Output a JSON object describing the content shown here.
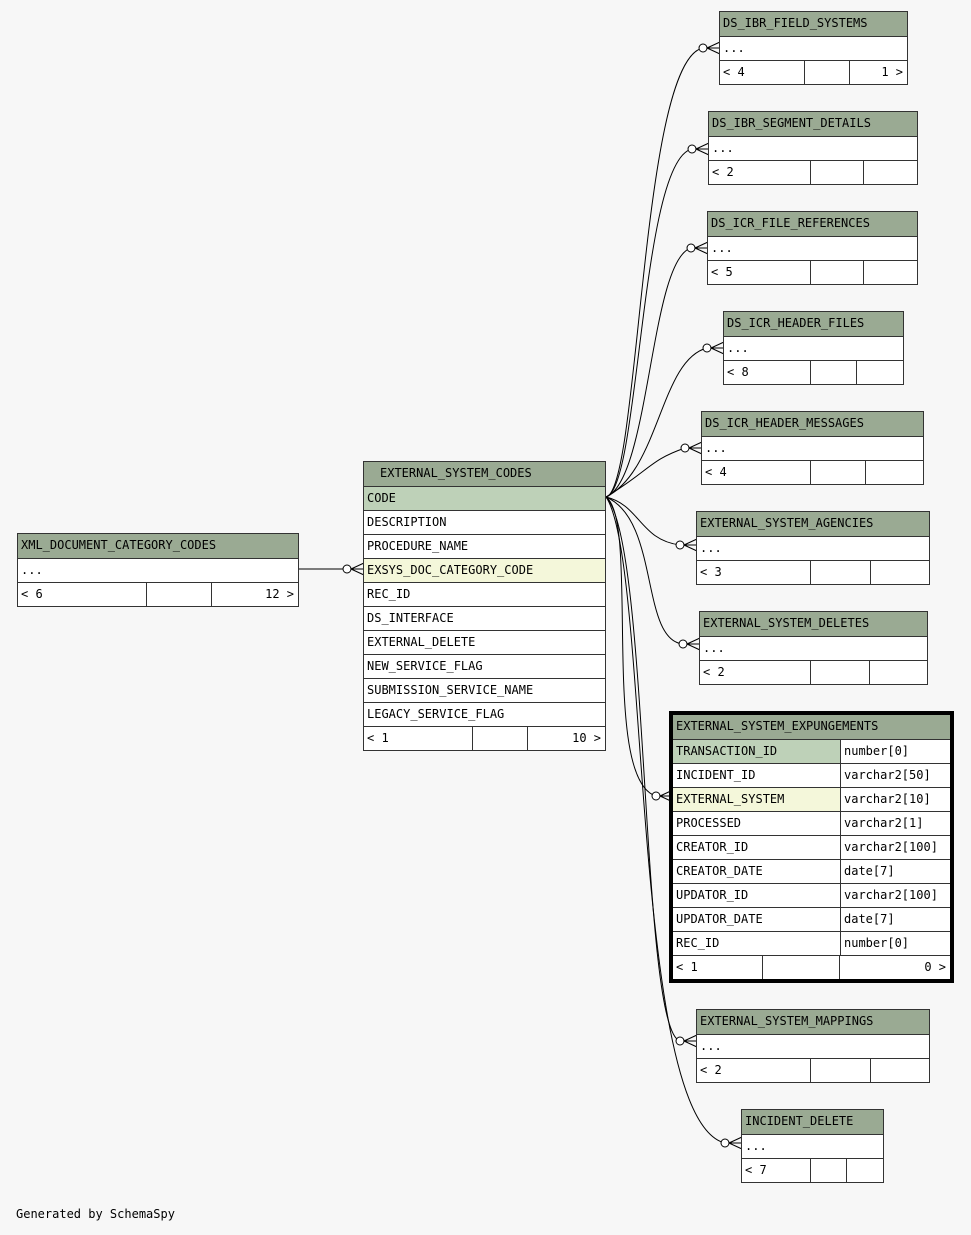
{
  "diagram": {
    "credit": "Generated by SchemaSpy",
    "colors": {
      "header": "#9aaa93",
      "primary_key": "#bed1b8",
      "foreign_key": "#f4f7da",
      "background": "#f7f7f7"
    },
    "tables": {
      "ds_ibr_field_systems": {
        "title": "DS_IBR_FIELD_SYSTEMS",
        "ellipsis": "...",
        "foot_left": "< 4",
        "foot_right": "1 >"
      },
      "ds_ibr_segment_details": {
        "title": "DS_IBR_SEGMENT_DETAILS",
        "ellipsis": "...",
        "foot_left": "< 2",
        "foot_right": ""
      },
      "ds_icr_file_references": {
        "title": "DS_ICR_FILE_REFERENCES",
        "ellipsis": "...",
        "foot_left": "< 5",
        "foot_right": ""
      },
      "ds_icr_header_files": {
        "title": "DS_ICR_HEADER_FILES",
        "ellipsis": "...",
        "foot_left": "< 8",
        "foot_right": ""
      },
      "ds_icr_header_messages": {
        "title": "DS_ICR_HEADER_MESSAGES",
        "ellipsis": "...",
        "foot_left": "< 4",
        "foot_right": ""
      },
      "external_system_agencies": {
        "title": "EXTERNAL_SYSTEM_AGENCIES",
        "ellipsis": "...",
        "foot_left": "< 3",
        "foot_right": ""
      },
      "external_system_deletes": {
        "title": "EXTERNAL_SYSTEM_DELETES",
        "ellipsis": "...",
        "foot_left": "< 2",
        "foot_right": ""
      },
      "external_system_mappings": {
        "title": "EXTERNAL_SYSTEM_MAPPINGS",
        "ellipsis": "...",
        "foot_left": "< 2",
        "foot_right": ""
      },
      "incident_delete": {
        "title": "INCIDENT_DELETE",
        "ellipsis": "...",
        "foot_left": "< 7",
        "foot_right": ""
      },
      "xml_document_category_codes": {
        "title": "XML_DOCUMENT_CATEGORY_CODES",
        "ellipsis": "...",
        "foot_left": "< 6",
        "foot_right": "12 >"
      },
      "external_system_codes": {
        "title": "EXTERNAL_SYSTEM_CODES",
        "columns": [
          "CODE",
          "DESCRIPTION",
          "PROCEDURE_NAME",
          "EXSYS_DOC_CATEGORY_CODE",
          "REC_ID",
          "DS_INTERFACE",
          "EXTERNAL_DELETE",
          "NEW_SERVICE_FLAG",
          "SUBMISSION_SERVICE_NAME",
          "LEGACY_SERVICE_FLAG"
        ],
        "foot_left": "< 1",
        "foot_right": "10 >"
      },
      "external_system_expungements": {
        "title": "EXTERNAL_SYSTEM_EXPUNGEMENTS",
        "columns": [
          {
            "name": "TRANSACTION_ID",
            "type": "number[0]"
          },
          {
            "name": "INCIDENT_ID",
            "type": "varchar2[50]"
          },
          {
            "name": "EXTERNAL_SYSTEM",
            "type": "varchar2[10]"
          },
          {
            "name": "PROCESSED",
            "type": "varchar2[1]"
          },
          {
            "name": "CREATOR_ID",
            "type": "varchar2[100]"
          },
          {
            "name": "CREATOR_DATE",
            "type": "date[7]"
          },
          {
            "name": "UPDATOR_ID",
            "type": "varchar2[100]"
          },
          {
            "name": "UPDATOR_DATE",
            "type": "date[7]"
          },
          {
            "name": "REC_ID",
            "type": "number[0]"
          }
        ],
        "foot_left": "< 1",
        "foot_right": "0 >"
      }
    }
  }
}
